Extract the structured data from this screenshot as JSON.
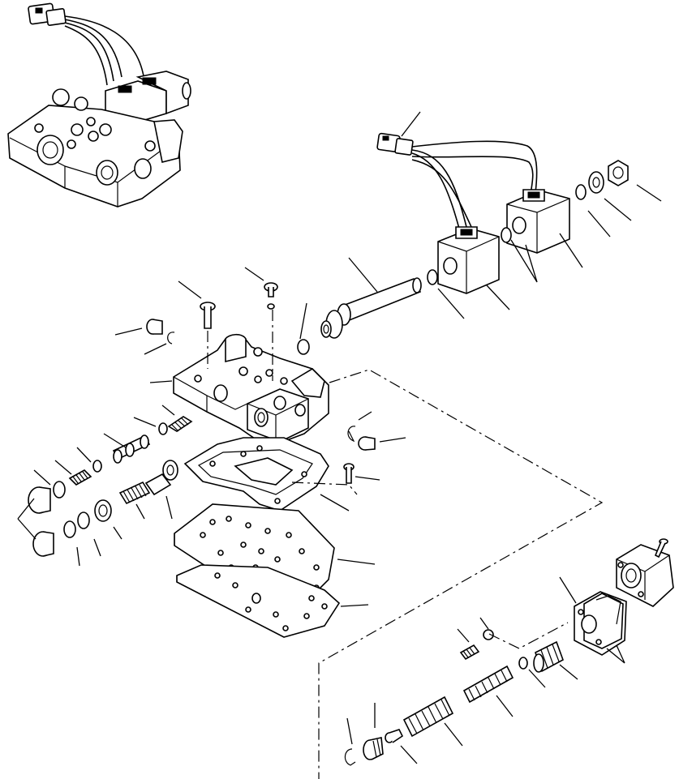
{
  "figure": {
    "type": "exploded parts diagram",
    "colors": {
      "line": "#000000",
      "background": "#ffffff"
    },
    "components": [
      "assembled-valve-inset",
      "connector-plug",
      "harness-wires",
      "solenoid-coil-left",
      "solenoid-coil-right",
      "stem-tube",
      "valve-body",
      "separator-gasket",
      "separator-plate",
      "plate-gasket",
      "end-cover",
      "cover-gasket",
      "springs",
      "plugs",
      "o-rings",
      "snap-rings",
      "bolts"
    ]
  }
}
